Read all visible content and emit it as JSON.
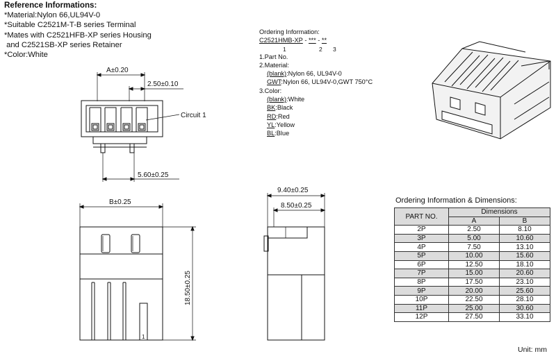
{
  "reference": {
    "title": "Reference Informations:",
    "lines": [
      "*Material:Nylon 66,UL94V-0",
      "*Suitable C2521M-T-B series Terminal",
      "*Mates with C2521HFB-XP series Housing",
      " and C2521SB-XP series Retainer",
      "*Color:White"
    ]
  },
  "ordering": {
    "heading": "Ordering Information:",
    "code": {
      "part": "C2521HMB-XP",
      "sep1": " - ",
      "mid": "***",
      "sep2": " - ",
      "end": "**"
    },
    "code_index": {
      "n1": "1",
      "n2": "2",
      "n3": "3"
    },
    "item1": "1.Part No.",
    "item2": "2.Material:",
    "mat1_u": "(blank)",
    "mat1": ":Nylon 66, UL94V-0",
    "mat2_u": "GWT",
    "mat2": ":Nylon 66, UL94V-0,GWT 750°C",
    "item3": "3.Color:",
    "colors": [
      {
        "code": "(blank)",
        "name": ":White"
      },
      {
        "code": "BK",
        "name": ":Black"
      },
      {
        "code": "RD",
        "name": ":Red"
      },
      {
        "code": "YL",
        "name": ":Yellow"
      },
      {
        "code": "BL",
        "name": ":Blue"
      }
    ]
  },
  "drawing": {
    "dim_a": "A±0.20",
    "dim_pitch": "2.50±0.10",
    "circuit": "Circuit 1",
    "dim_560": "5.60±0.25",
    "dim_b": "B±0.25",
    "dim_height": "18.50±0.25",
    "pin1": "1",
    "dim_940": "9.40±0.25",
    "dim_850": "8.50±0.25"
  },
  "table": {
    "title": "Ordering Information & Dimensions:",
    "col_part": "PART NO.",
    "col_dims": "Dimensions",
    "col_a": "A",
    "col_b": "B",
    "rows": [
      [
        "2P",
        "2.50",
        "8.10"
      ],
      [
        "3P",
        "5.00",
        "10.60"
      ],
      [
        "4P",
        "7.50",
        "13.10"
      ],
      [
        "5P",
        "10.00",
        "15.60"
      ],
      [
        "6P",
        "12.50",
        "18.10"
      ],
      [
        "7P",
        "15.00",
        "20.60"
      ],
      [
        "8P",
        "17.50",
        "23.10"
      ],
      [
        "9P",
        "20.00",
        "25.60"
      ],
      [
        "10P",
        "22.50",
        "28.10"
      ],
      [
        "11P",
        "25.00",
        "30.60"
      ],
      [
        "12P",
        "27.50",
        "33.10"
      ]
    ],
    "unit": "Unit: mm"
  }
}
